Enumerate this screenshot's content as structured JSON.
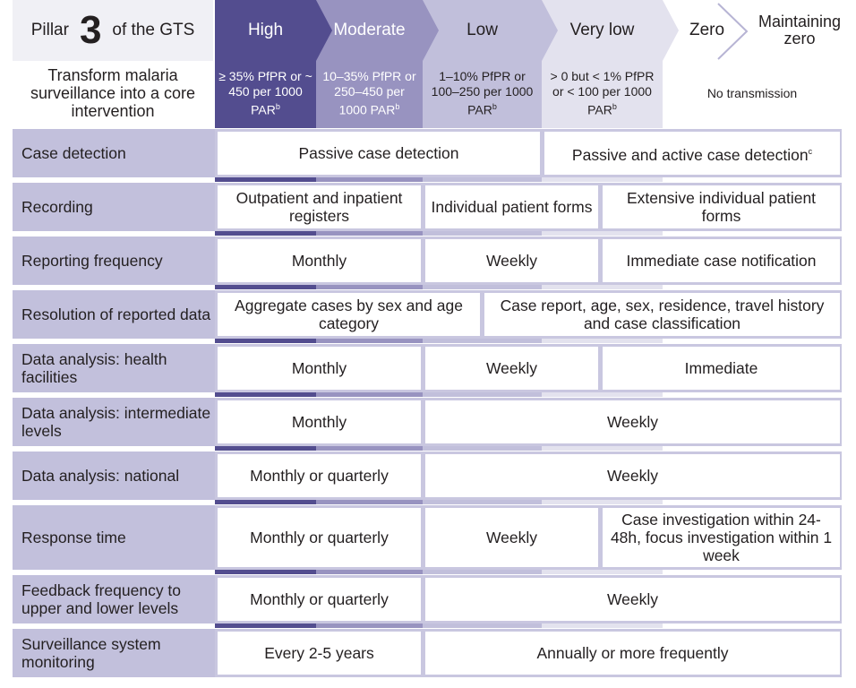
{
  "header": {
    "pillar_label": "Pillar",
    "pillar_number": "3",
    "pillar_suffix": "of the GTS",
    "pillar_title": "Transform malaria surveillance into a core intervention",
    "strata": [
      {
        "label": "High",
        "color": "#534d8f",
        "text_color": "#ffffff",
        "desc": "≥ 35% PfPR or ~ 450 per 1000 PAR",
        "sup": "b"
      },
      {
        "label": "Moderate",
        "color": "#9893c0",
        "text_color": "#ffffff",
        "desc": "10–35% PfPR or 250–450 per 1000 PAR",
        "sup": "b"
      },
      {
        "label": "Low",
        "color": "#c1bfdb",
        "text_color": "#231f20",
        "desc": "1–10% PfPR or 100–250 per 1000 PAR",
        "sup": "b"
      },
      {
        "label": "Very low",
        "color": "#e3e2ee",
        "text_color": "#231f20",
        "desc": "> 0 but < 1% PfPR or < 100 per 1000 PAR",
        "sup": "b"
      },
      {
        "label": "Zero"
      },
      {
        "label": "Maintaining zero"
      }
    ],
    "no_transmission": "No transmission"
  },
  "rows": [
    {
      "label": "Case detection",
      "cells": [
        {
          "text": "Passive case detection"
        },
        {
          "text": "Passive and active case detection",
          "sup": "c"
        }
      ]
    },
    {
      "label": "Recording",
      "cells": [
        {
          "text": "Outpatient and inpatient registers"
        },
        {
          "text": "Individual patient forms"
        },
        {
          "text": "Extensive individual patient forms"
        }
      ]
    },
    {
      "label": "Reporting frequency",
      "cells": [
        {
          "text": "Monthly"
        },
        {
          "text": "Weekly"
        },
        {
          "text": "Immediate case notification"
        }
      ]
    },
    {
      "label": "Resolution of reported data",
      "cells": [
        {
          "text": "Aggregate cases by sex and age category"
        },
        {
          "text": "Case report, age, sex, residence, travel history and case classification"
        }
      ]
    },
    {
      "label": "Data analysis: health facilities",
      "cells": [
        {
          "text": "Monthly"
        },
        {
          "text": "Weekly"
        },
        {
          "text": "Immediate"
        }
      ]
    },
    {
      "label": "Data analysis: intermediate levels",
      "cells": [
        {
          "text": "Monthly"
        },
        {
          "text": "Weekly"
        }
      ]
    },
    {
      "label": "Data analysis: national",
      "cells": [
        {
          "text": "Monthly or quarterly"
        },
        {
          "text": "Weekly"
        }
      ]
    },
    {
      "label": "Response time",
      "cells": [
        {
          "text": "Monthly or quarterly"
        },
        {
          "text": "Weekly"
        },
        {
          "text": "Case investigation within 24-48h, focus investigation within 1 week"
        }
      ]
    },
    {
      "label": "Feedback frequency to upper and lower levels",
      "cells": [
        {
          "text": "Monthly or quarterly"
        },
        {
          "text": "Weekly"
        }
      ]
    },
    {
      "label": "Surveillance system monitoring",
      "cells": [
        {
          "text": "Every 2-5 years"
        },
        {
          "text": "Annually or more frequently"
        }
      ]
    }
  ]
}
